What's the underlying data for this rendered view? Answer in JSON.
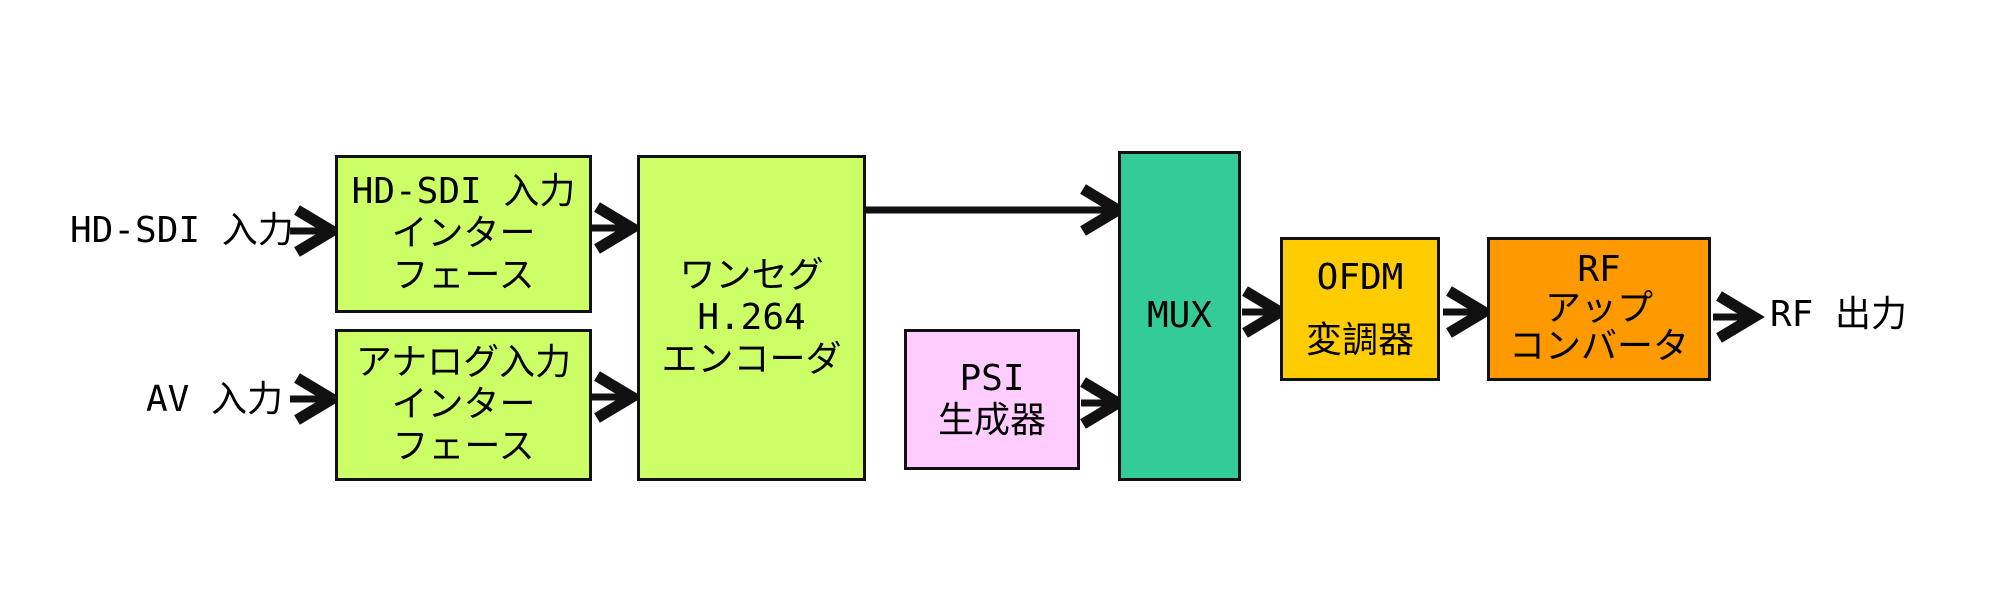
{
  "colors": {
    "interface": "#ccff66",
    "encoder": "#ccff66",
    "psi": "#ffccff",
    "mux": "#33cc99",
    "ofdm": "#ffcc00",
    "rf": "#ff9900",
    "line": "#111111"
  },
  "inputs": {
    "hdsdi": "HD-SDI 入力",
    "av": "AV 入力"
  },
  "output": "RF 出力",
  "blocks": {
    "hdsdi_if": [
      "HD-SDI 入力",
      "インター",
      "フェース"
    ],
    "analog_if": [
      "アナログ入力",
      "インター",
      "フェース"
    ],
    "encoder": [
      "ワンセグ",
      "H.264",
      "エンコーダ"
    ],
    "psi": [
      "PSI",
      "生成器"
    ],
    "mux": [
      "MUX"
    ],
    "ofdm": [
      "OFDM",
      "変調器"
    ],
    "rf": [
      "RF",
      "アップ",
      "コンバータ"
    ]
  }
}
